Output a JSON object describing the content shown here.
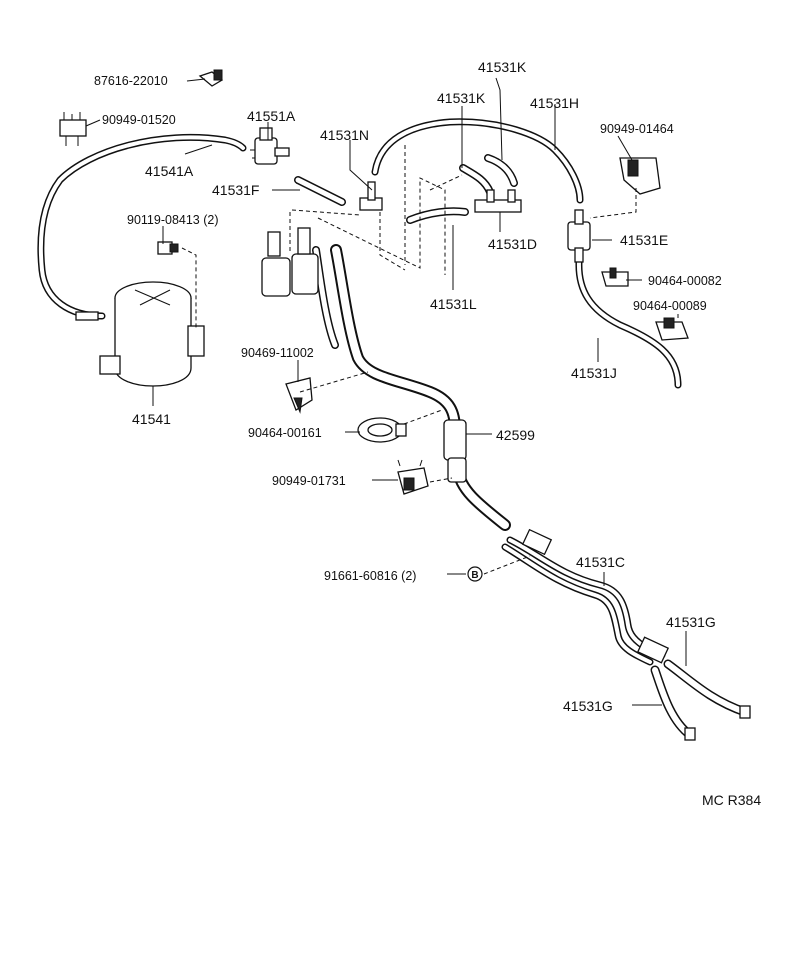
{
  "diagram": {
    "part_labels": {
      "p87616_22010": "87616-22010",
      "p90949_01520": "90949-01520",
      "p41551A": "41551A",
      "p41541A": "41541A",
      "p41531N": "41531N",
      "p41531F": "41531F",
      "p41531K_top": "41531K",
      "p41531K_mid": "41531K",
      "p41531H": "41531H",
      "p90949_01464": "90949-01464",
      "p90119_08413": "90119-08413 (2)",
      "p41531D": "41531D",
      "p41531E": "41531E",
      "p41531L": "41531L",
      "p90464_00082": "90464-00082",
      "p90464_00089": "90464-00089",
      "p41531J": "41531J",
      "p41541": "41541",
      "p90469_11002": "90469-11002",
      "p90464_00161": "90464-00161",
      "p42599": "42599",
      "p90949_01731": "90949-01731",
      "p91661_60816": "91661-60816 (2)",
      "p41531C": "41531C",
      "p41531G_right": "41531G",
      "p41531G_left": "41531G",
      "circle_B": "B"
    },
    "reference_code": "MC R384"
  }
}
